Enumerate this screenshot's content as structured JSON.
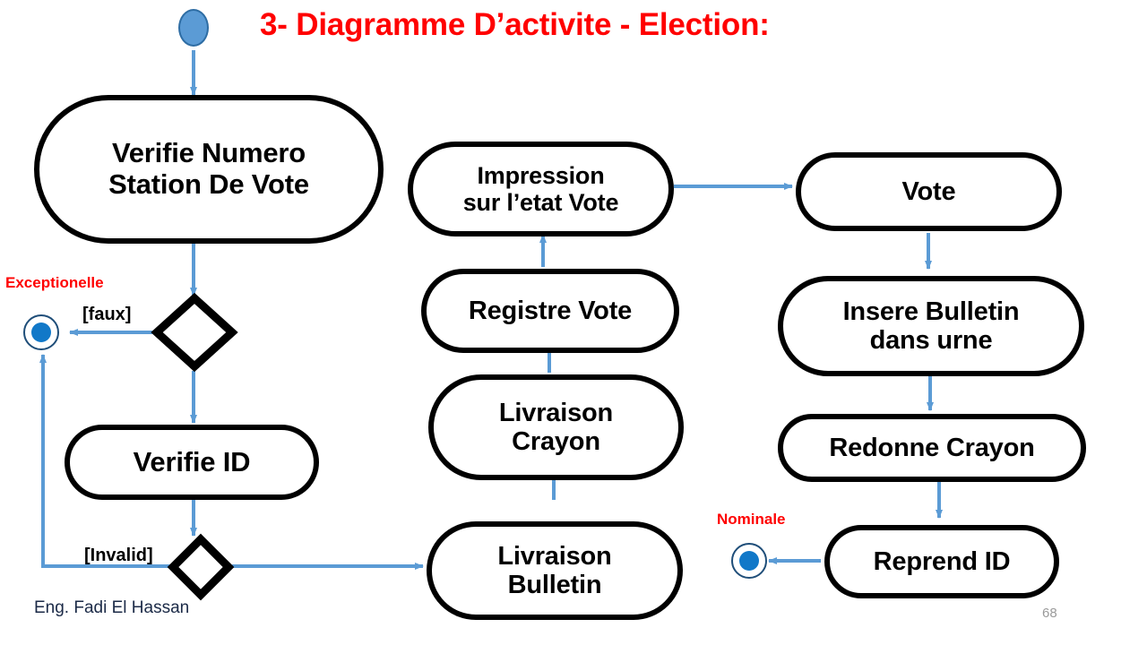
{
  "slide": {
    "title": "3- Diagramme D’activite - Election:",
    "author": "Eng. Fadi El Hassan",
    "page_number": "68",
    "colors": {
      "title_red": "#FF0000",
      "arrow_blue": "#5B9BD5",
      "node_border_black": "#000000",
      "final_disc_blue": "#1178C8",
      "author_navy": "#1B2A47",
      "page_number_gray": "#9A9A9A"
    }
  },
  "nodes": {
    "initial": {
      "name": "initial-node"
    },
    "verifie_numero": {
      "line1": "Verifie Numero",
      "line2": "Station De Vote"
    },
    "verifie_id": {
      "line1": "Verifie ID"
    },
    "impression": {
      "line1": "Impression",
      "line2": "sur l’etat Vote"
    },
    "registre_vote": {
      "line1": "Registre Vote"
    },
    "livraison_crayon": {
      "line1": "Livraison",
      "line2": "Crayon"
    },
    "livraison_bulletin": {
      "line1": "Livraison",
      "line2": "Bulletin"
    },
    "vote": {
      "line1": "Vote"
    },
    "insere_bulletin": {
      "line1": "Insere Bulletin",
      "line2": "dans urne"
    },
    "redonne_crayon": {
      "line1": "Redonne Crayon"
    },
    "reprend_id": {
      "line1": "Reprend ID"
    }
  },
  "guards": {
    "faux": "[faux]",
    "invalid": "[Invalid]"
  },
  "end_labels": {
    "exceptionelle": "Exceptionelle",
    "nominale": "Nominale"
  }
}
